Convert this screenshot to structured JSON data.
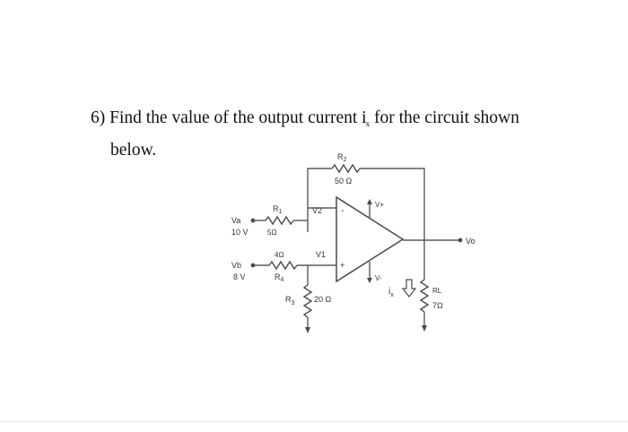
{
  "question": {
    "line1_before": "6) Find the value of the output current i",
    "subscript": "x",
    "line1_after": " for the circuit shown",
    "line2": "below."
  },
  "labels": {
    "r2": "R",
    "r2_sub": "2",
    "r2_value": "50 Ω",
    "r1": "R",
    "r1_sub": "1",
    "r1_value": "5Ω",
    "va": "Va",
    "va_value": "10 V",
    "v2": "V2",
    "v1": "V1",
    "vplus": "V+",
    "vminus": "V-",
    "vo": "Vo",
    "r4_value": "4Ω",
    "r4": "R",
    "r4_sub": "4",
    "vb": "Vb",
    "vb_value": "8 V",
    "r3": "R",
    "r3_sub": "3",
    "r3_value": "20 Ω",
    "ix": "i",
    "ix_sub": "x",
    "rl": "RL",
    "rl_value": "7Ω",
    "minus": "-",
    "plus": "+"
  }
}
